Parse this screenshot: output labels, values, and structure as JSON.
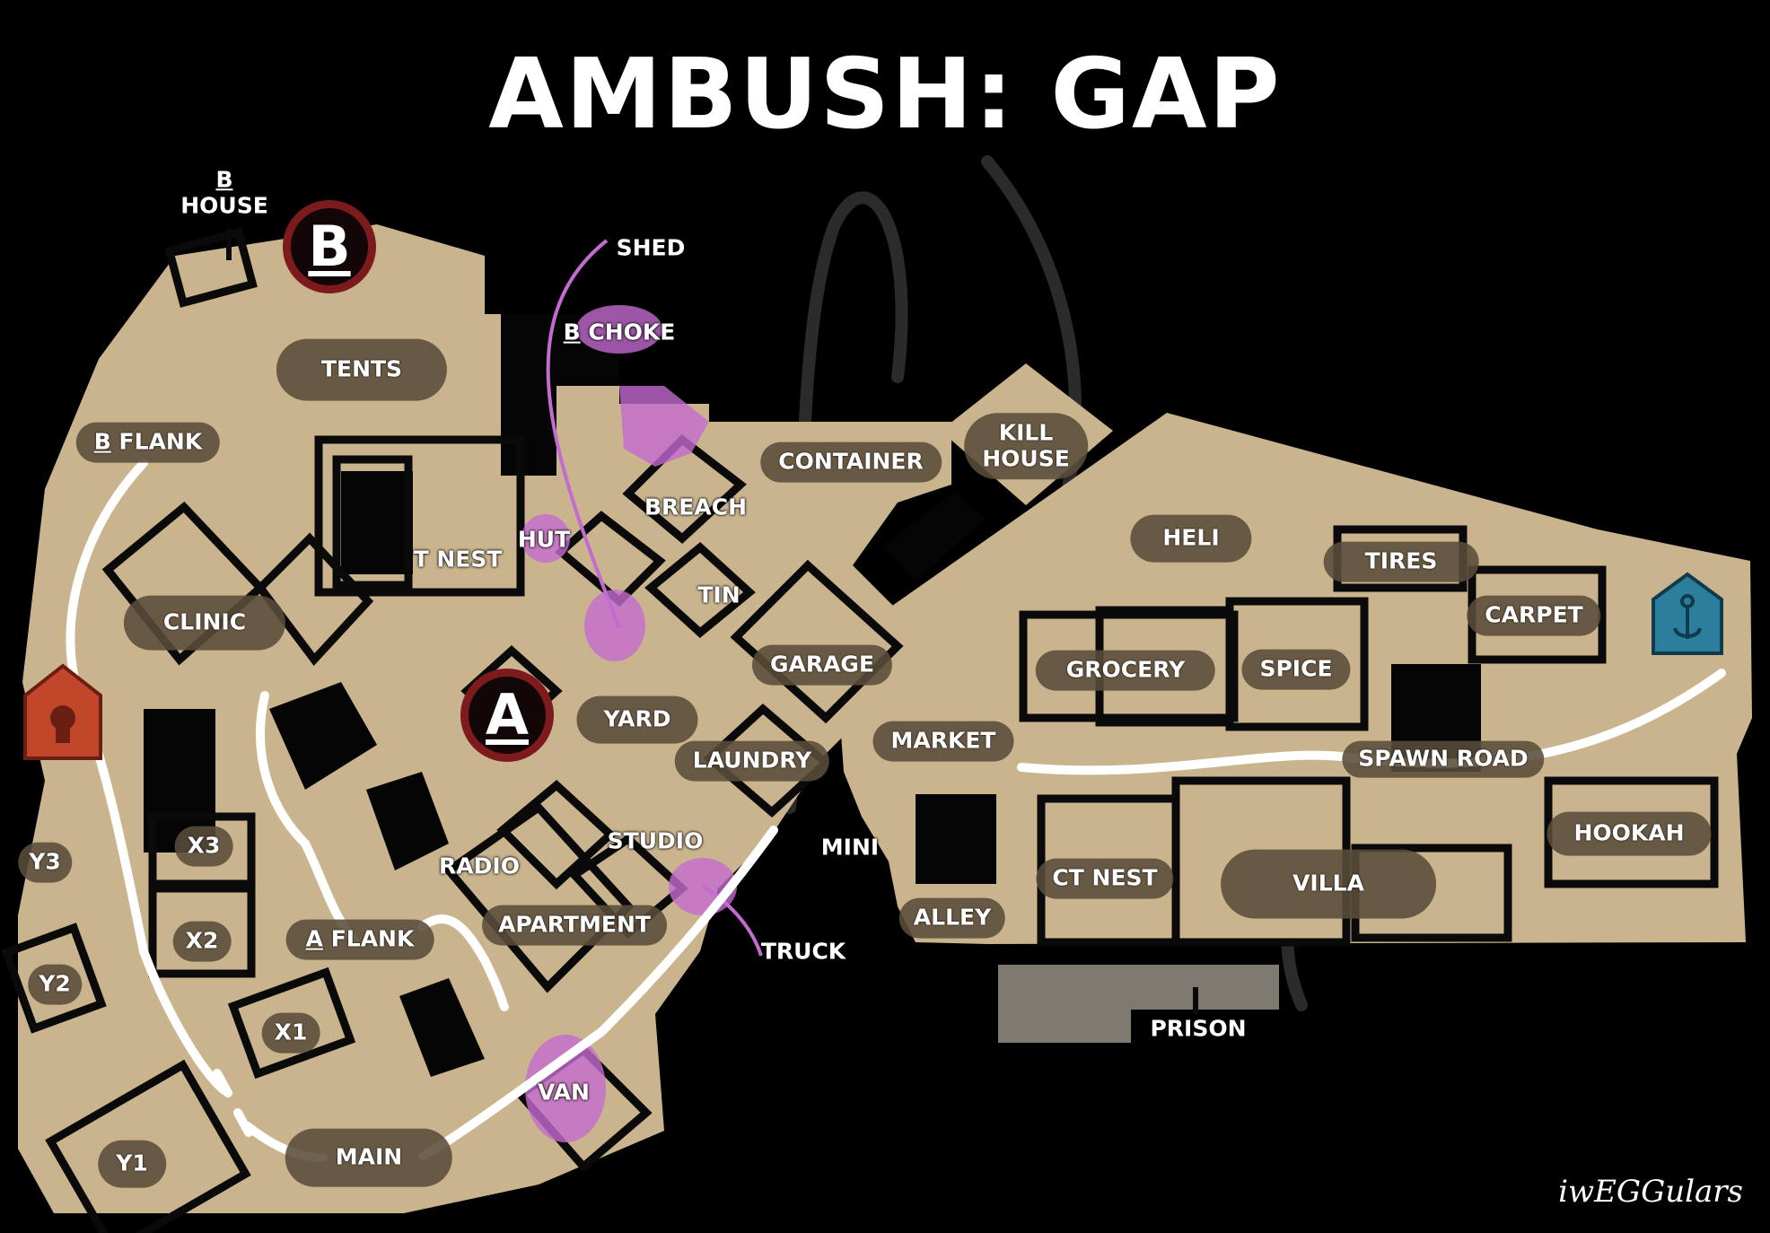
{
  "title": "AMBUSH: GAP",
  "signature": "iwEGGulars",
  "colors": {
    "background": "#000000",
    "ground": "#c9b48d",
    "walls": "#0a0a0a",
    "label_pill": "#5a4c3a",
    "route_line": "#ffffff",
    "choke_highlight": "#c46bd0",
    "bombsite_ring": "#7d1a1d",
    "t_spawn": "#c2462a",
    "ct_spawn": "#2c7f9c"
  },
  "bombsites": [
    {
      "id": "a",
      "letter": "A"
    },
    {
      "id": "b",
      "letter": "B"
    }
  ],
  "spawns": [
    {
      "id": "t",
      "icon": "house-skull-icon"
    },
    {
      "id": "ct",
      "icon": "house-anchor-icon"
    }
  ],
  "callouts": {
    "b_house_b": "B",
    "b_house_house": "HOUSE",
    "shed": "SHED",
    "b_choke_b": "B",
    "b_choke_rest": " CHOKE",
    "tents": "TENTS",
    "b_flank_b": "B",
    "b_flank_rest": " FLANK",
    "kill_house_1": "KILL",
    "kill_house_2": "HOUSE",
    "container": "CONTAINER",
    "breach": "BREACH",
    "hut": "HUT",
    "t_nest": "T NEST",
    "heli": "HELI",
    "tires": "TIRES",
    "tin": "TIN",
    "clinic": "CLINIC",
    "carpet": "CARPET",
    "garage": "GARAGE",
    "grocery": "GROCERY",
    "spice": "SPICE",
    "yard": "YARD",
    "market": "MARKET",
    "spawn_road": "SPAWN ROAD",
    "laundry": "LAUNDRY",
    "y3": "Y3",
    "x3": "X3",
    "mini": "MINI",
    "radio": "RADIO",
    "studio": "STUDIO",
    "hookah": "HOOKAH",
    "ct_nest": "CT NEST",
    "villa": "VILLA",
    "alley": "ALLEY",
    "apartment": "APARTMENT",
    "x2": "X2",
    "a_flank_a": "A",
    "a_flank_rest": " FLANK",
    "truck": "TRUCK",
    "y2": "Y2",
    "prison": "PRISON",
    "x1": "X1",
    "van": "VAN",
    "main": "MAIN",
    "y1": "Y1"
  }
}
